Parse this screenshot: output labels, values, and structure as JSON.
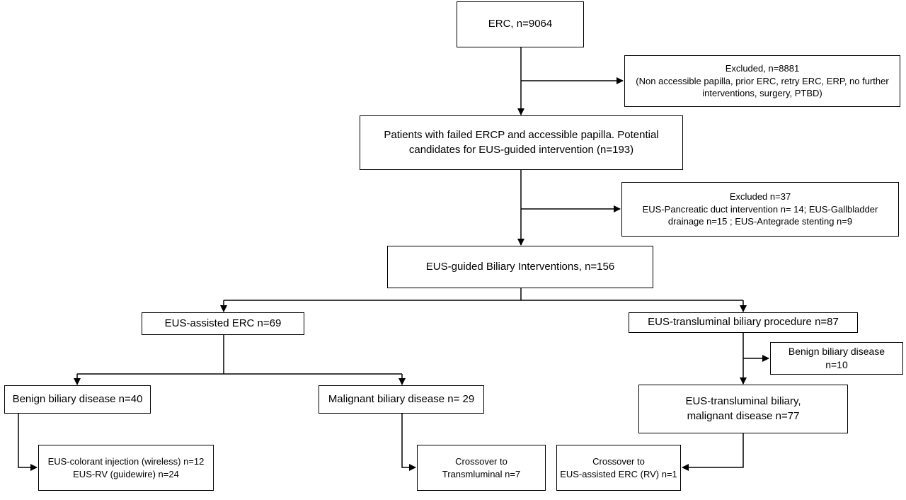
{
  "flowchart": {
    "erc": "ERC, n=9064",
    "excluded1": {
      "title": "Excluded, n=8881",
      "detail1": "(Non accessible papilla, prior ERC, retry ERC,  ERP, no further",
      "detail2": "interventions, surgery, PTBD)"
    },
    "failed": {
      "line1": "Patients with failed ERCP and accessible papilla. Potential",
      "line2": "candidates for EUS-guided intervention (n=193)"
    },
    "excluded2": {
      "title": "Excluded n=37",
      "line1": "EUS-Pancreatic duct intervention n= 14; EUS-Gallbladder",
      "line2": "drainage n=15 ; EUS-Antegrade stenting n=9"
    },
    "biliary": "EUS-guided Biliary Interventions, n=156",
    "assisted": "EUS-assisted ERC n=69",
    "transluminal": "EUS-transluminal biliary procedure n=87",
    "benign_assisted": "Benign biliary disease n=40",
    "malignant_assisted": "Malignant biliary disease n= 29",
    "benign_trans": {
      "line1": "Benign biliary disease",
      "line2": "n=10"
    },
    "malignant_trans": {
      "line1": "EUS-transluminal biliary,",
      "line2": "malignant disease n=77"
    },
    "colorant": {
      "line1": "EUS-colorant injection (wireless) n=12",
      "line2": "EUS-RV (guidewire) n=24"
    },
    "crossover_trans": {
      "line1": "Crossover to",
      "line2": "Transmluminal n=7"
    },
    "crossover_assisted": {
      "line1": "Crossover to",
      "line2": "EUS-assisted ERC (RV) n=1"
    }
  },
  "colors": {
    "line": "#000000",
    "box_border": "#000000",
    "background": "#ffffff"
  }
}
